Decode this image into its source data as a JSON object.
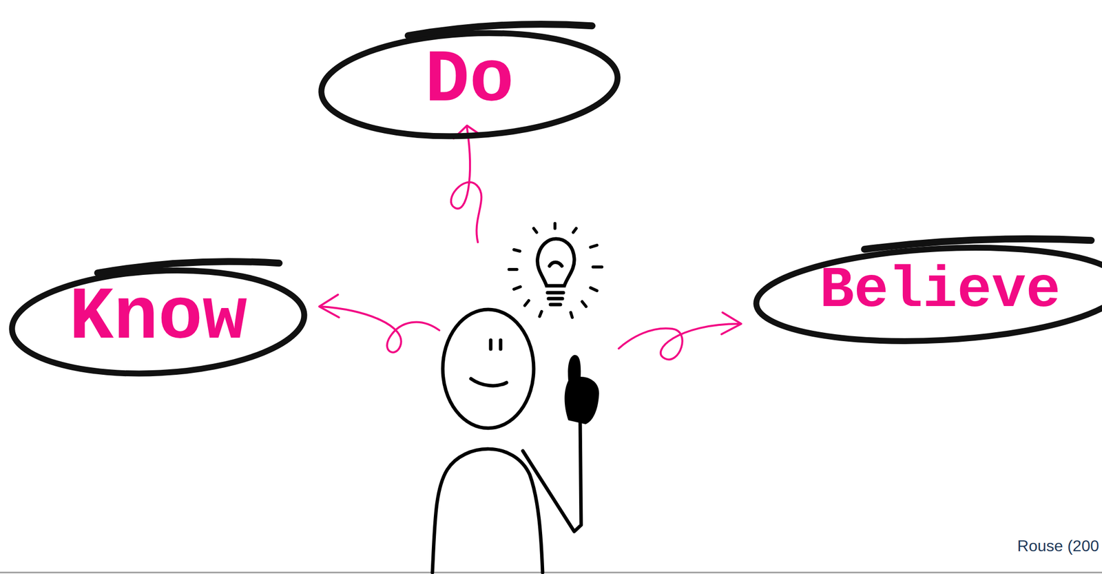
{
  "diagram": {
    "nodes": [
      {
        "text": [
          "Do"
        ]
      },
      {
        "text": [
          "Know"
        ]
      },
      {
        "text": [
          "Believe"
        ]
      }
    ],
    "labels": [
      "Rouse (200"
    ]
  }
}
